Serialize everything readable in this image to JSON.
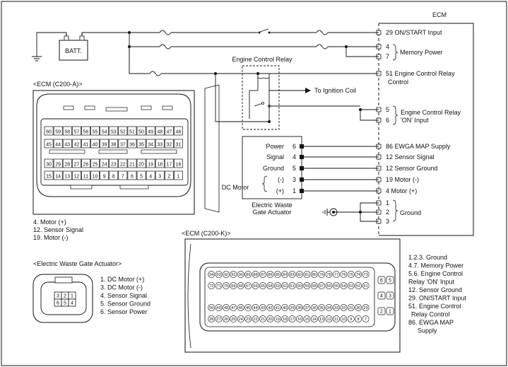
{
  "ecm": {
    "title": "ECM",
    "pins": [
      {
        "pin": "29",
        "label": "ON/START Input"
      },
      {
        "pin": "4",
        "label": ""
      },
      {
        "pin": "7",
        "label": ""
      },
      {
        "pin": "51",
        "label": "Engine Control Relay"
      },
      {
        "pin": "5",
        "label": ""
      },
      {
        "pin": "6",
        "label": ""
      },
      {
        "pin": "86",
        "label": "EWGA MAP Supply"
      },
      {
        "pin": "12",
        "label": "Sensor Signal"
      },
      {
        "pin": "12",
        "label": "Sensor Ground"
      },
      {
        "pin": "19",
        "label": "Motor (-)"
      },
      {
        "pin": "4",
        "label": "Motor (+)"
      },
      {
        "pin": "1",
        "label": ""
      },
      {
        "pin": "2",
        "label": ""
      },
      {
        "pin": "3",
        "label": ""
      }
    ],
    "control_label": "Control",
    "memory_power": "Memory Power",
    "ecr_on_input_1": "Engine Control Relay",
    "ecr_on_input_2": "'ON' Input",
    "ground": "Ground"
  },
  "battery": {
    "label": "BATT.",
    "neg": "−",
    "pos": "+"
  },
  "relay": {
    "title": "Engine Control Relay",
    "to_coil": "To Ignition Coil"
  },
  "actuator": {
    "pins": [
      {
        "label": "Power",
        "pin": "6"
      },
      {
        "label": "Signal",
        "pin": "4"
      },
      {
        "label": "Ground",
        "pin": "5"
      },
      {
        "label": "(-)",
        "pin": "3"
      },
      {
        "label": "(+)",
        "pin": "1"
      }
    ],
    "dc_motor": "DC Motor",
    "caption_1": "Electric Waste",
    "caption_2": "Gate Actuator"
  },
  "connector_a": {
    "title": "<ECM (C200-A)>",
    "rows": [
      [
        "60",
        "59",
        "58",
        "57",
        "56",
        "55",
        "54",
        "53",
        "52",
        "51",
        "50",
        "49",
        "48",
        "47",
        "46"
      ],
      [
        "45",
        "44",
        "43",
        "42",
        "41",
        "40",
        "39",
        "38",
        "37",
        "36",
        "35",
        "34",
        "33",
        "32",
        "31"
      ],
      [
        "30",
        "29",
        "28",
        "27",
        "26",
        "25",
        "24",
        "23",
        "22",
        "21",
        "20",
        "19",
        "18",
        "17",
        "16"
      ],
      [
        "15",
        "14",
        "13",
        "12",
        "11",
        "10",
        "9",
        "8",
        "7",
        "6",
        "5",
        "4",
        "3",
        "2",
        "1"
      ]
    ],
    "notes": [
      "4. Motor (+)",
      "12. Sensor Signal",
      "19. Motor (-)"
    ]
  },
  "connector_ewga": {
    "title": "<Electric Waste Gate Actuator>",
    "cells": [
      [
        "3",
        "2",
        "1"
      ],
      [
        "6",
        "5",
        "4"
      ]
    ],
    "notes": [
      "1. DC Motor (+)",
      "3. DC Motor (-)",
      "4. Sensor Signal",
      "5. Sensor Ground",
      "6. Sensor Power"
    ]
  },
  "connector_k": {
    "title": "<ECM (C200-K)>",
    "rows": [
      [
        "94",
        "93",
        "92",
        "91",
        "90",
        "89",
        "88",
        "87",
        "86",
        "85",
        "84",
        "83",
        "82",
        "81",
        "80",
        "79",
        "78",
        "77",
        "76",
        "75",
        "74",
        "73"
      ],
      [
        "72",
        "71",
        "70",
        "69",
        "68",
        "67",
        "66",
        "65",
        "64",
        "63",
        "62",
        "61",
        "60",
        "59",
        "58",
        "57",
        "56",
        "55",
        "54",
        "53",
        "52",
        "51"
      ],
      [
        "50",
        "49",
        "48",
        "47",
        "46",
        "45",
        "44",
        "43",
        "42",
        "41",
        "40",
        "39",
        "38",
        "37",
        "36",
        "35",
        "34",
        "33",
        "32",
        "31",
        "30",
        "29"
      ],
      [
        "28",
        "27",
        "26",
        "25",
        "24",
        "23",
        "22",
        "21",
        "20",
        "19",
        "18",
        "17",
        "16",
        "15",
        "14",
        "13",
        "12",
        "11",
        "10",
        "9",
        "8",
        "7"
      ]
    ],
    "side_pins": [
      [
        "6",
        "5"
      ],
      [
        "4",
        "3"
      ],
      [
        "2",
        "1"
      ]
    ],
    "notes": [
      "1.2.3. Ground",
      "4.7. Memory Power",
      "5.6. Engine Control",
      "Relay 'ON' Input",
      "12. Sensor Ground",
      "29. ON/START Input",
      "51. Engine Control",
      "Relay Control",
      "86. EWGA MAP",
      "Supply"
    ]
  }
}
